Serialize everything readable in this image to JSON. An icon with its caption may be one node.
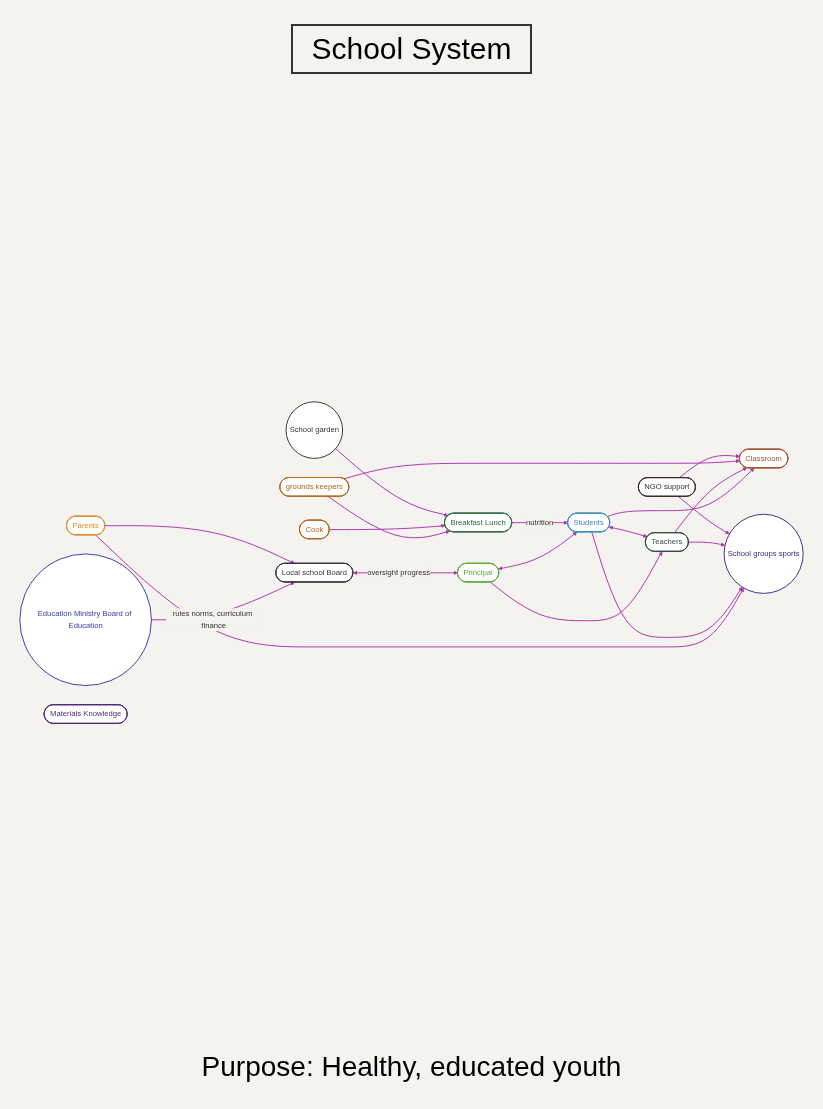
{
  "diagram": {
    "title": "School System",
    "caption": "Purpose: Healthy, educated youth",
    "nodes": [
      {
        "text": [
          "Education Ministry Board of Education"
        ]
      },
      {
        "text": [
          "Local school Board"
        ]
      },
      {
        "text": [
          "Principal"
        ]
      },
      {
        "text": [
          "Parents"
        ]
      },
      {
        "text": [
          "Teachers"
        ]
      },
      {
        "text": [
          "Students"
        ]
      },
      {
        "text": [
          "Classroom"
        ]
      },
      {
        "text": [
          "Materials Knowledge"
        ]
      },
      {
        "text": [
          "School groups sports"
        ]
      },
      {
        "text": [
          "Breakfast Lunch"
        ]
      },
      {
        "text": [
          "grounds keepers"
        ]
      },
      {
        "text": [
          "Cook"
        ]
      },
      {
        "text": [
          "School garden"
        ]
      },
      {
        "text": [
          "NGO support"
        ]
      }
    ],
    "edges": [
      {
        "from": 0,
        "to": 1,
        "arrow": "to",
        "label": "rules norms, curriculum finance"
      },
      {
        "from": 1,
        "to": 2,
        "arrow": "both",
        "label": "oversight progress"
      },
      {
        "from": 3,
        "to": 1,
        "arrow": "to"
      },
      {
        "from": 2,
        "to": 5,
        "arrow": "both"
      },
      {
        "from": 2,
        "to": 4,
        "arrow": "to"
      },
      {
        "from": 3,
        "to": 8,
        "arrow": "to"
      },
      {
        "from": 5,
        "to": 4,
        "arrow": "both"
      },
      {
        "from": 5,
        "to": 6,
        "arrow": "to"
      },
      {
        "from": 5,
        "to": 8,
        "arrow": "to"
      },
      {
        "from": 4,
        "to": 6,
        "arrow": "to"
      },
      {
        "from": 9,
        "to": 5,
        "arrow": "to",
        "label": "nutrition"
      },
      {
        "from": 10,
        "to": 6,
        "arrow": "to"
      },
      {
        "from": 10,
        "to": 9,
        "arrow": "to"
      },
      {
        "from": 11,
        "to": 9,
        "arrow": "to"
      },
      {
        "from": 12,
        "to": 9,
        "arrow": "to"
      },
      {
        "from": 4,
        "to": 8,
        "arrow": "to"
      },
      {
        "from": 13,
        "to": 8,
        "arrow": "to"
      },
      {
        "from": 13,
        "to": 6,
        "arrow": "to"
      }
    ]
  }
}
